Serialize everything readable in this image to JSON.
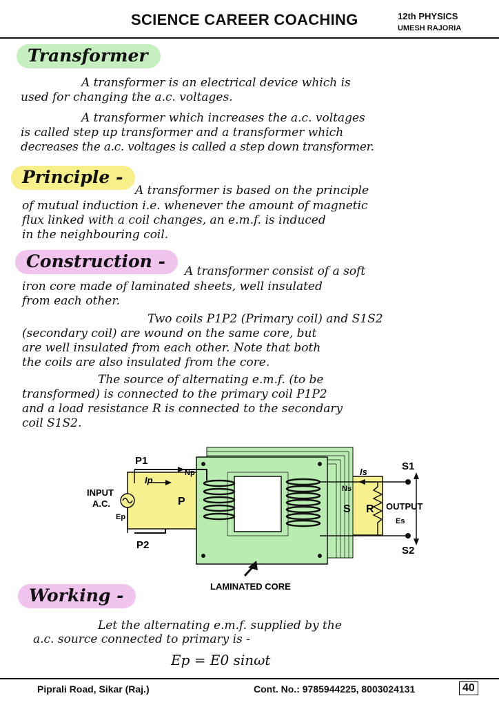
{
  "header": {
    "title": "SCIENCE CAREER COACHING",
    "subject": "12th PHYSICS",
    "teacher": "UMESH RAJORIA"
  },
  "sections": {
    "transformer": {
      "heading": "Transformer",
      "color": "#c6efc0",
      "lines": [
        "A transformer is an electrical device which is",
        "used for changing the a.c. voltages.",
        "A transformer which increases the a.c. voltages",
        "is called step up transformer and a transformer which",
        "decreases the a.c. voltages is called a step down transformer."
      ]
    },
    "principle": {
      "heading": "Principle -",
      "color": "#f7f08a",
      "lines": [
        "A transformer is based on the principle",
        "of mutual induction i.e. whenever the amount of magnetic",
        "flux linked with a coil changes, an e.m.f. is induced",
        "in the neighbouring coil."
      ]
    },
    "construction": {
      "heading": "Construction -",
      "color": "#f1c4ee",
      "lines": [
        "A transformer consist of a soft",
        "iron core made of laminated sheets, well insulated",
        "from each other.",
        "Two coils P1P2 (Primary coil) and S1S2",
        "(secondary coil) are wound on the same core, but",
        "are well insulated from each other. Note that both",
        "the coils are also insulated from the core.",
        "The source of alternating e.m.f. (to be",
        "transformed) is connected to the primary coil P1P2",
        "and a load resistance R is connected to the secondary",
        "coil S1S2."
      ]
    },
    "working": {
      "heading": "Working -",
      "color": "#f1c4ee",
      "lines": [
        "Let the alternating e.m.f. supplied by the",
        "a.c. source connected to primary is -"
      ],
      "formula": "Ep = E0 sinωt"
    }
  },
  "diagram": {
    "core_color": "#b8ecb0",
    "coil_box_color": "#f6f08e",
    "labels": {
      "p1": "P1",
      "p2": "P2",
      "ip": "Ip",
      "np": "Np",
      "p": "P",
      "input_line1": "INPUT",
      "input_line2": "A.C.",
      "ep": "Ep",
      "is": "Is",
      "ns": "Ns",
      "s": "S",
      "r": "R",
      "output": "OUTPUT",
      "es": "Es",
      "s1": "S1",
      "s2": "S2",
      "core": "LAMINATED CORE"
    }
  },
  "footer": {
    "address": "Piprali Road, Sikar (Raj.)",
    "contact": "Cont. No.: 9785944225, 8003024131",
    "page": "40"
  }
}
